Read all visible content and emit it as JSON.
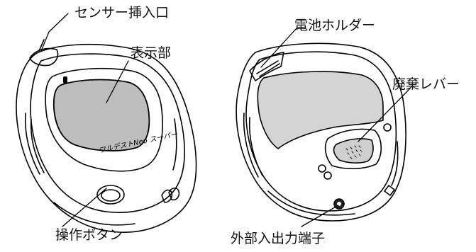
{
  "labels": {
    "sensor_port": "センサー挿入口",
    "display": "表示部",
    "button": "操作ボタン",
    "battery_holder": "電池ホルダー",
    "eject_lever": "廃棄レバー",
    "io_port": "外部入出力端子"
  },
  "device_brand": "ワルデストNeo スーパー"
}
